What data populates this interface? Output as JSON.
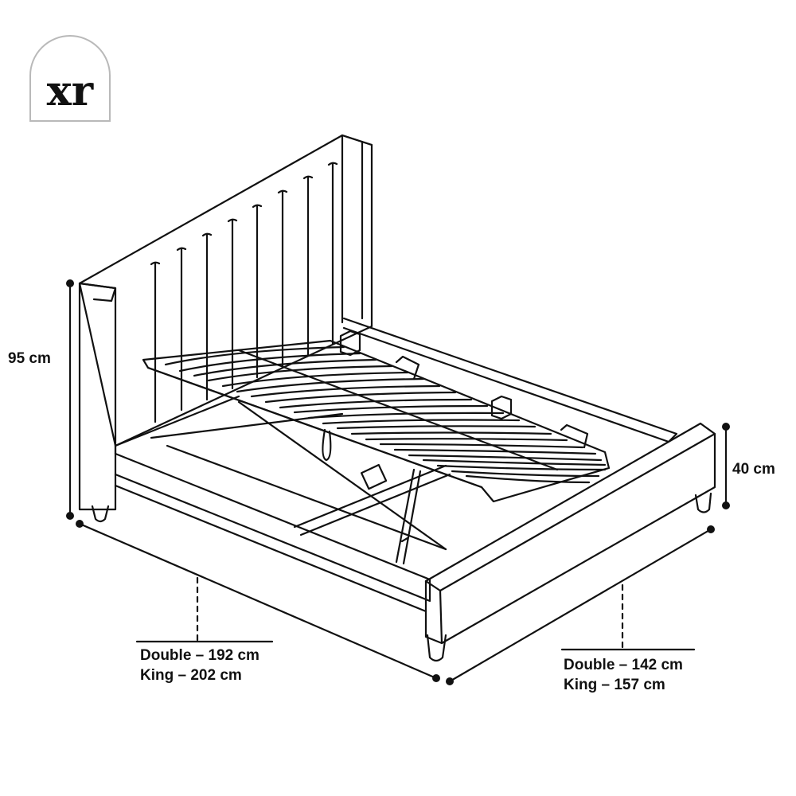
{
  "logo": {
    "text": "xr"
  },
  "dimensions": {
    "height_total": "95 cm",
    "height_frame": "40 cm",
    "length_double": "Double – 192 cm",
    "length_king": "King – 202 cm",
    "width_double": "Double – 142 cm",
    "width_king": "King – 157 cm"
  },
  "colors": {
    "line": "#111111",
    "background": "#ffffff",
    "logo_border": "#b9b9b9"
  }
}
